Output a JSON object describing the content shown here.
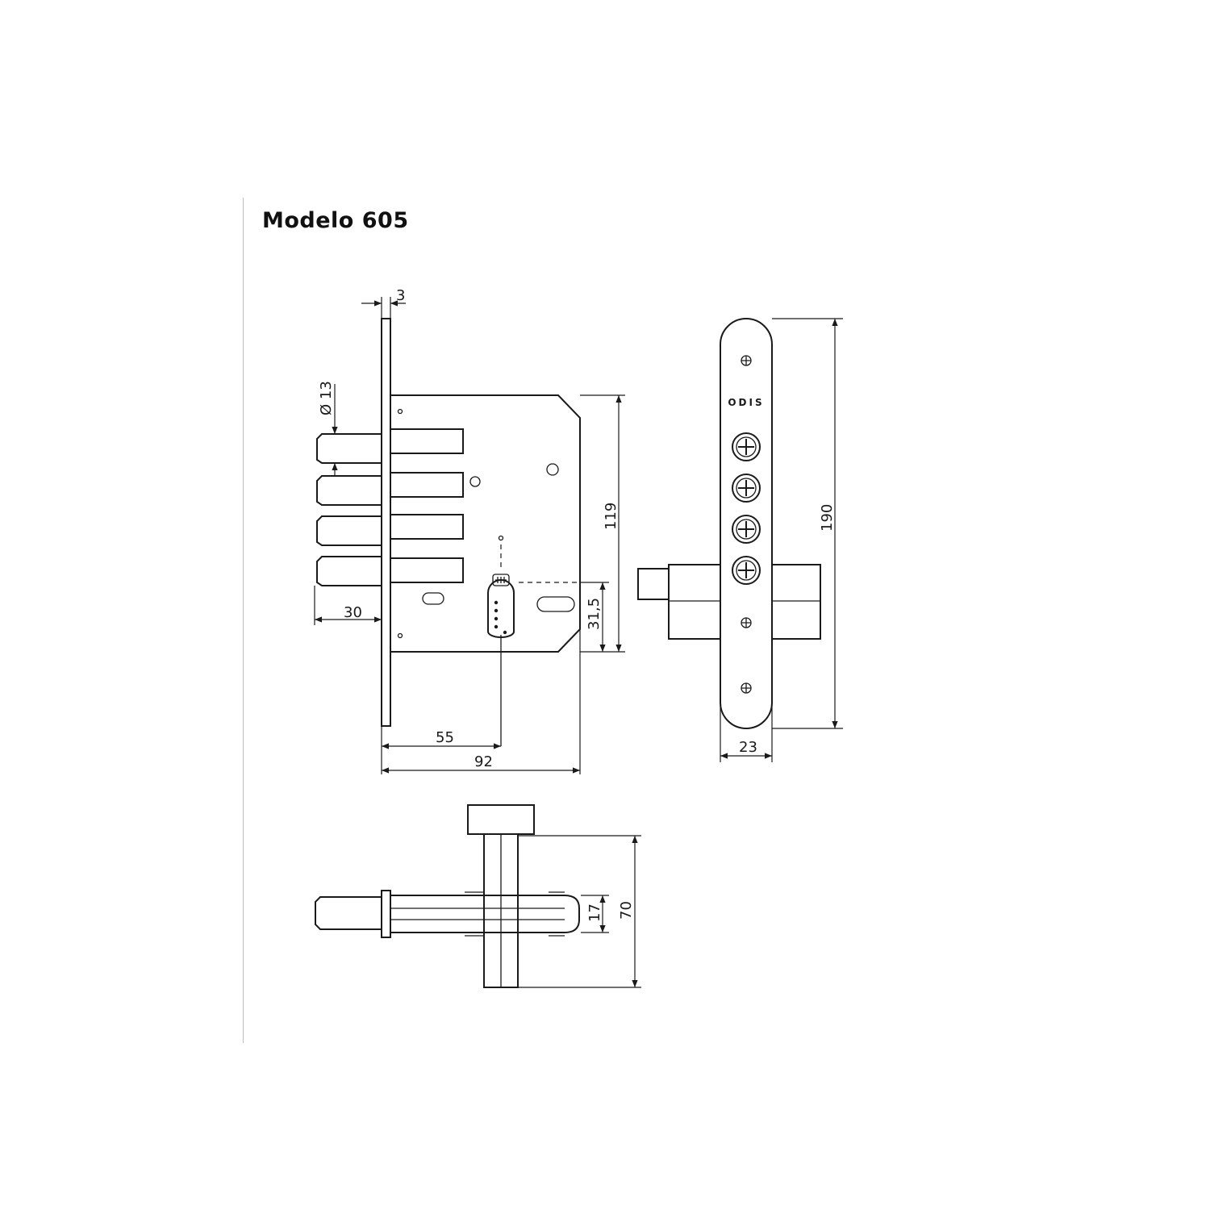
{
  "title": "Modelo 605",
  "faceplate_brand": "ODIS",
  "dimensions": {
    "faceplate_thickness": "3",
    "bolt_diameter": "Ø 13",
    "bolt_throw": "30",
    "case_height": "119",
    "handle_to_cylinder": "31,5",
    "backset": "55",
    "case_depth": "92",
    "faceplate_height": "190",
    "faceplate_width": "23",
    "bolt_section": "17",
    "total_height": "70"
  }
}
